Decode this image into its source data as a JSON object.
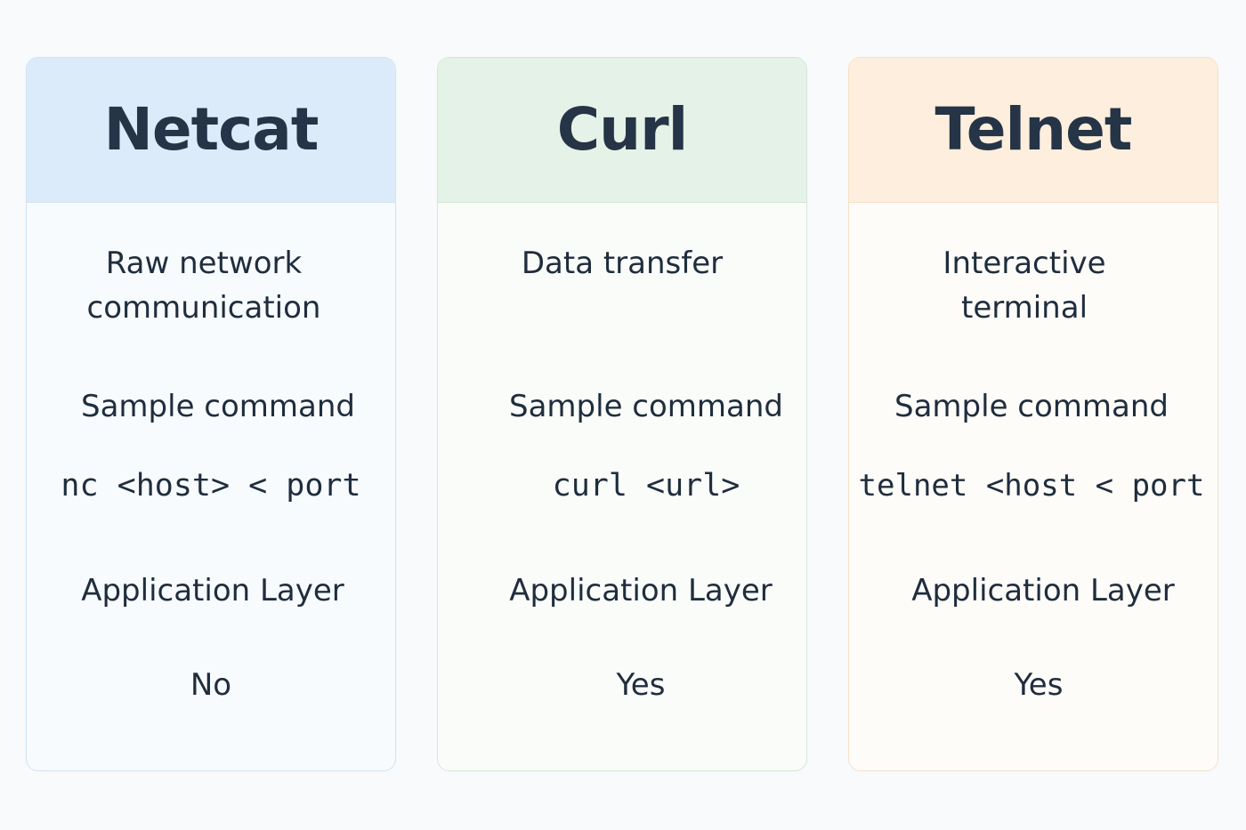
{
  "columns": [
    {
      "title": "Netcat",
      "purpose_line1": "Raw network",
      "purpose_line2": "communication",
      "sample_label": "Sample command",
      "command": "nc <host> < port",
      "layer": "Application Layer",
      "answer": "No"
    },
    {
      "title": "Curl",
      "purpose_line1": "Data transfer",
      "purpose_line2": "",
      "sample_label": "Sample command",
      "command": "curl <url>",
      "layer": "Application Layer",
      "answer": "Yes"
    },
    {
      "title": "Telnet",
      "purpose_line1": "Interactive",
      "purpose_line2": "terminal",
      "sample_label": "Sample command",
      "command": "telnet <host < port",
      "layer": "Application Layer",
      "answer": "Yes"
    }
  ],
  "colors": {
    "page_background": "#f8fafc",
    "netcat_header": "#dbebfa",
    "curl_header": "#e5f2e7",
    "telnet_header": "#fdeedd",
    "text": "#1f2d3d"
  }
}
